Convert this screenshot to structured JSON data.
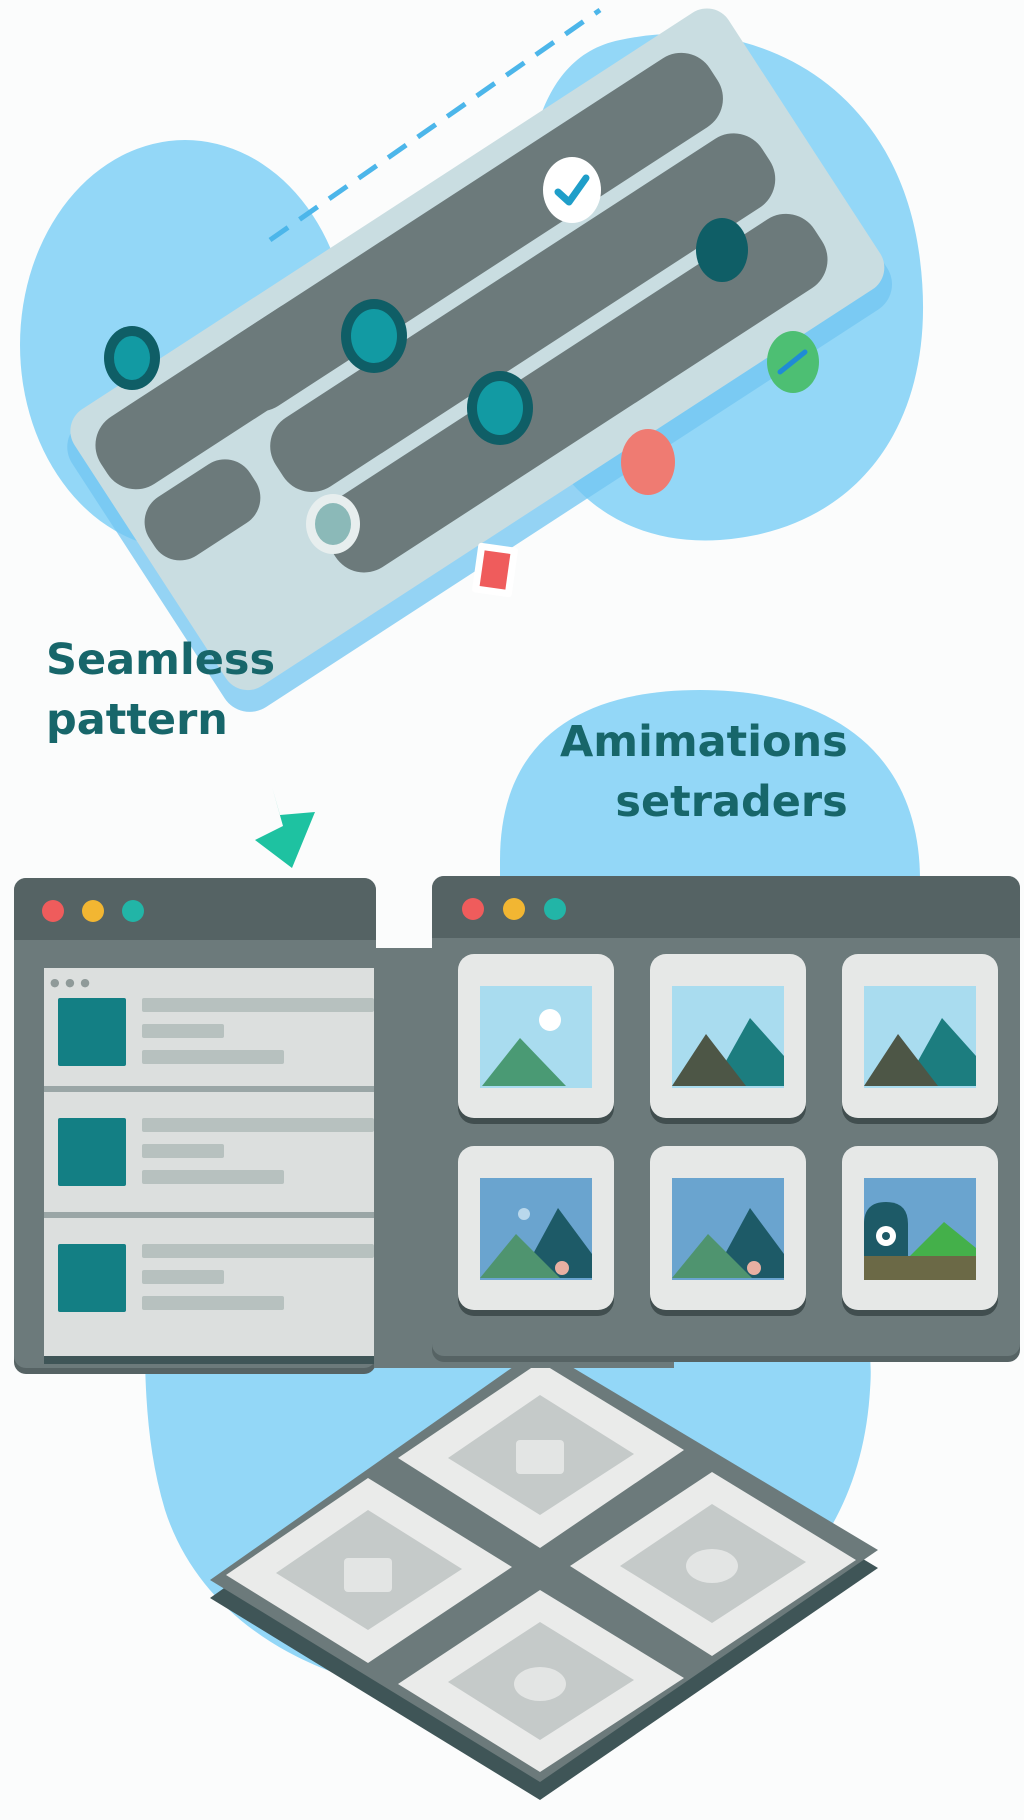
{
  "captions": {
    "left_line1": "Seamless",
    "left_line2": "pattern",
    "right_line1": "Amimations",
    "right_line2": "setraders"
  },
  "colors": {
    "background": "#fbfcfc",
    "blob": "#93d7f7",
    "panel_dark": "#6c7a7b",
    "window_bar": "#556364",
    "teal_text": "#17666a",
    "accent_teal": "#129aa3",
    "accent_green": "#4dbf73",
    "accent_coral": "#ef7b72",
    "light_panel": "#dcdfde"
  },
  "icons": [
    "checkmark-icon",
    "pencil-icon",
    "card-icon",
    "window-close-dot-icon",
    "window-minimize-dot-icon",
    "window-maximize-dot-icon",
    "landscape-image-icon",
    "arrow-down-icon"
  ]
}
